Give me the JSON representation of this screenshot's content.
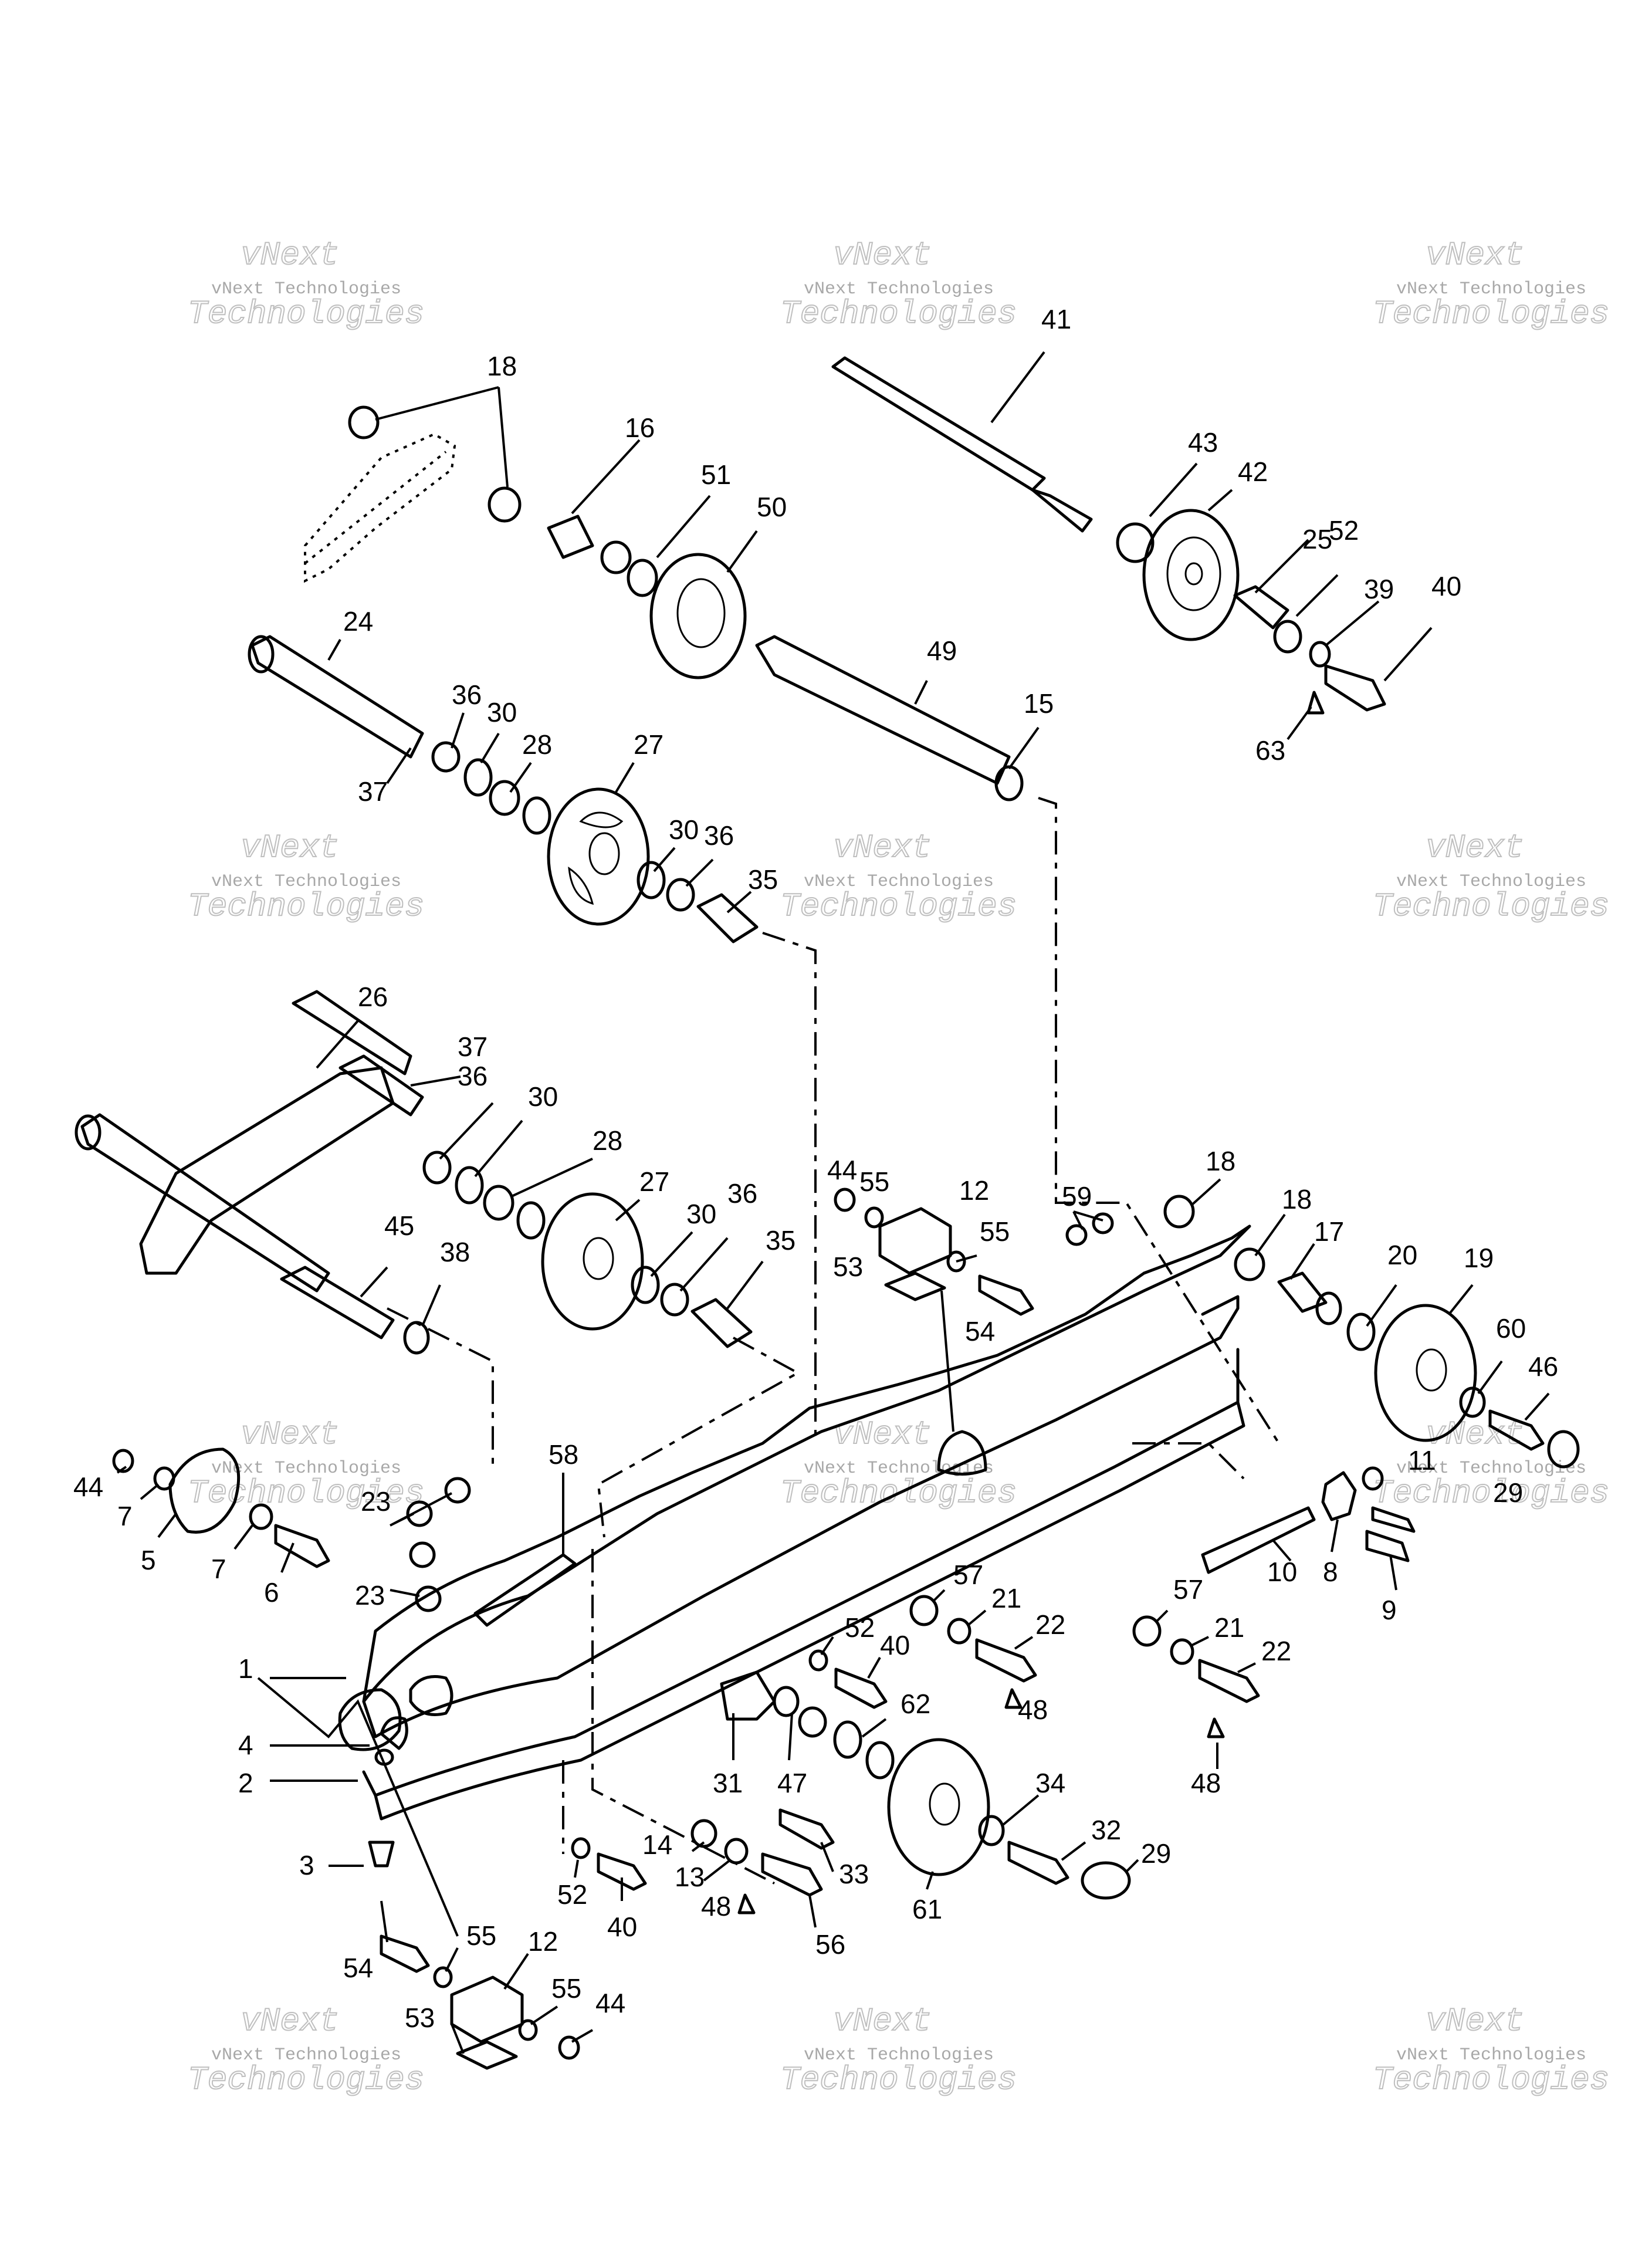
{
  "watermark": {
    "line1": "vNext Technologies",
    "line2": "vNext",
    "line3": "Technologies"
  },
  "labels": [
    {
      "t": "1"
    },
    {
      "t": "2"
    },
    {
      "t": "3"
    },
    {
      "t": "4"
    },
    {
      "t": "5"
    },
    {
      "t": "6"
    },
    {
      "t": "7"
    },
    {
      "t": "7"
    },
    {
      "t": "8"
    },
    {
      "t": "9"
    },
    {
      "t": "10"
    },
    {
      "t": "11"
    },
    {
      "t": "12"
    },
    {
      "t": "12"
    },
    {
      "t": "13"
    },
    {
      "t": "14"
    },
    {
      "t": "15"
    },
    {
      "t": "16"
    },
    {
      "t": "17"
    },
    {
      "t": "18"
    },
    {
      "t": "18"
    },
    {
      "t": "18"
    },
    {
      "t": "19"
    },
    {
      "t": "20"
    },
    {
      "t": "21"
    },
    {
      "t": "21"
    },
    {
      "t": "22"
    },
    {
      "t": "22"
    },
    {
      "t": "23"
    },
    {
      "t": "23"
    },
    {
      "t": "24"
    },
    {
      "t": "25"
    },
    {
      "t": "26"
    },
    {
      "t": "27"
    },
    {
      "t": "27"
    },
    {
      "t": "28"
    },
    {
      "t": "28"
    },
    {
      "t": "29"
    },
    {
      "t": "29"
    },
    {
      "t": "30"
    },
    {
      "t": "30"
    },
    {
      "t": "30"
    },
    {
      "t": "30"
    },
    {
      "t": "31"
    },
    {
      "t": "32"
    },
    {
      "t": "33"
    },
    {
      "t": "34"
    },
    {
      "t": "35"
    },
    {
      "t": "35"
    },
    {
      "t": "36"
    },
    {
      "t": "36"
    },
    {
      "t": "36"
    },
    {
      "t": "36"
    },
    {
      "t": "37"
    },
    {
      "t": "37"
    },
    {
      "t": "38"
    },
    {
      "t": "39"
    },
    {
      "t": "40"
    },
    {
      "t": "40"
    },
    {
      "t": "40"
    },
    {
      "t": "41"
    },
    {
      "t": "42"
    },
    {
      "t": "43"
    },
    {
      "t": "44"
    },
    {
      "t": "44"
    },
    {
      "t": "44"
    },
    {
      "t": "45"
    },
    {
      "t": "46"
    },
    {
      "t": "47"
    },
    {
      "t": "48"
    },
    {
      "t": "48"
    },
    {
      "t": "48"
    },
    {
      "t": "49"
    },
    {
      "t": "50"
    },
    {
      "t": "51"
    },
    {
      "t": "52"
    },
    {
      "t": "52"
    },
    {
      "t": "52"
    },
    {
      "t": "53"
    },
    {
      "t": "53"
    },
    {
      "t": "54"
    },
    {
      "t": "54"
    },
    {
      "t": "55"
    },
    {
      "t": "55"
    },
    {
      "t": "55"
    },
    {
      "t": "55"
    },
    {
      "t": "56"
    },
    {
      "t": "57"
    },
    {
      "t": "57"
    },
    {
      "t": "58"
    },
    {
      "t": "59"
    },
    {
      "t": "60"
    },
    {
      "t": "61"
    },
    {
      "t": "62"
    },
    {
      "t": "63"
    }
  ]
}
